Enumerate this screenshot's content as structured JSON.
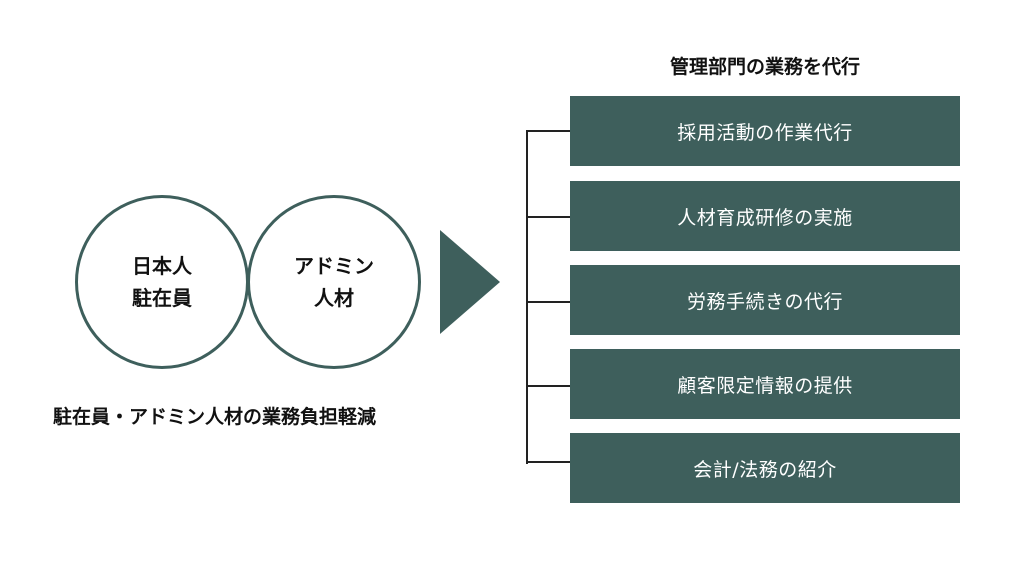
{
  "circles": {
    "left": {
      "line1": "日本人",
      "line2": "駐在員"
    },
    "right": {
      "line1": "アドミン",
      "line2": "人材"
    }
  },
  "caption": "駐在員・アドミン人材の業務負担軽減",
  "right_title": "管理部門の業務を代行",
  "services": [
    "採用活動の作業代行",
    "人材育成研修の実施",
    "労務手続きの代行",
    "顧客限定情報の提供",
    "会計/法務の紹介"
  ],
  "colors": {
    "accent": "#3e5f5c",
    "text": "#111111",
    "box_text": "#ffffff",
    "line": "#222222"
  }
}
